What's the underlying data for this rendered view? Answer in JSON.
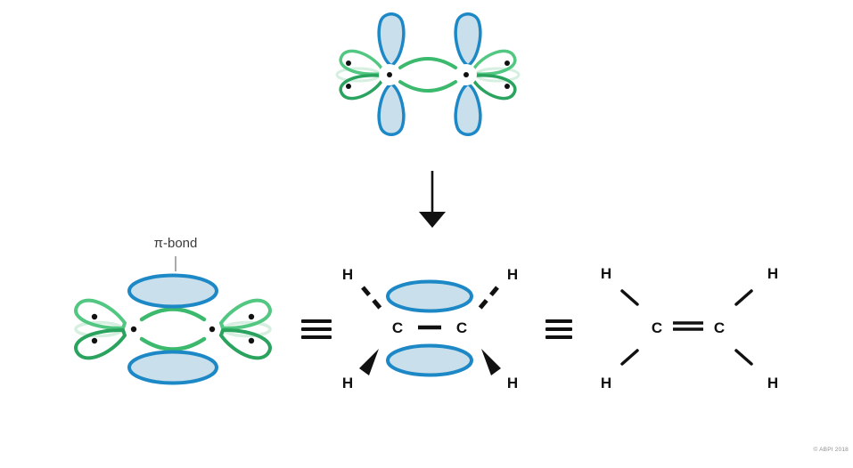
{
  "labels": {
    "pi_bond": "π-bond",
    "equivalence": "≡",
    "copyright": "© ABPI 2018"
  },
  "atoms": {
    "carbon": "C",
    "hydrogen": "H"
  },
  "colors": {
    "orbital-blue": "#1d88c6",
    "orbital-blue-fill": "#c9dfeb",
    "green-dark": "#2aa35f",
    "green-mid": "#3bb96d",
    "green-light": "#52c781",
    "green-pale": "#d6efe0",
    "ink": "#111111",
    "label-ink": "#3a3a3a",
    "leader-gray": "#aaaaaa",
    "copyright-gray": "#8f8f8f"
  }
}
